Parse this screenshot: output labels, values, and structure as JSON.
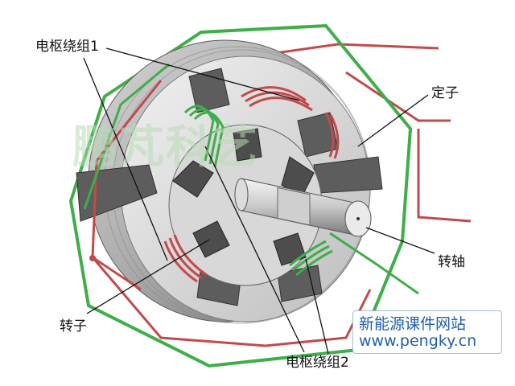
{
  "labels": {
    "winding1": "电枢绕组1",
    "stator": "定子",
    "shaft": "转轴",
    "rotor": "转子",
    "winding2": "电枢绕组2"
  },
  "watermark": "鹏芃科艺",
  "site": {
    "name": "新能源课件网站",
    "url": "www.pengky.cn"
  },
  "colors": {
    "green_wire": "#3fae4a",
    "red_wire": "#c24a4a",
    "body_gray": "#9a9a9a",
    "text_blue": "#1f5fa8"
  }
}
